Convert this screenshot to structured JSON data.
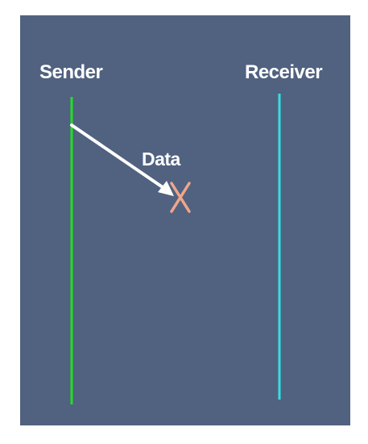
{
  "sender": {
    "label": "Sender",
    "line_color": "#22dd22"
  },
  "receiver": {
    "label": "Receiver",
    "line_color": "#33e0e0"
  },
  "message": {
    "label": "Data",
    "arrow_color": "#ffffff",
    "status": "lost",
    "lost_marker_color": "#f0a58a"
  },
  "background_color": "#506280"
}
